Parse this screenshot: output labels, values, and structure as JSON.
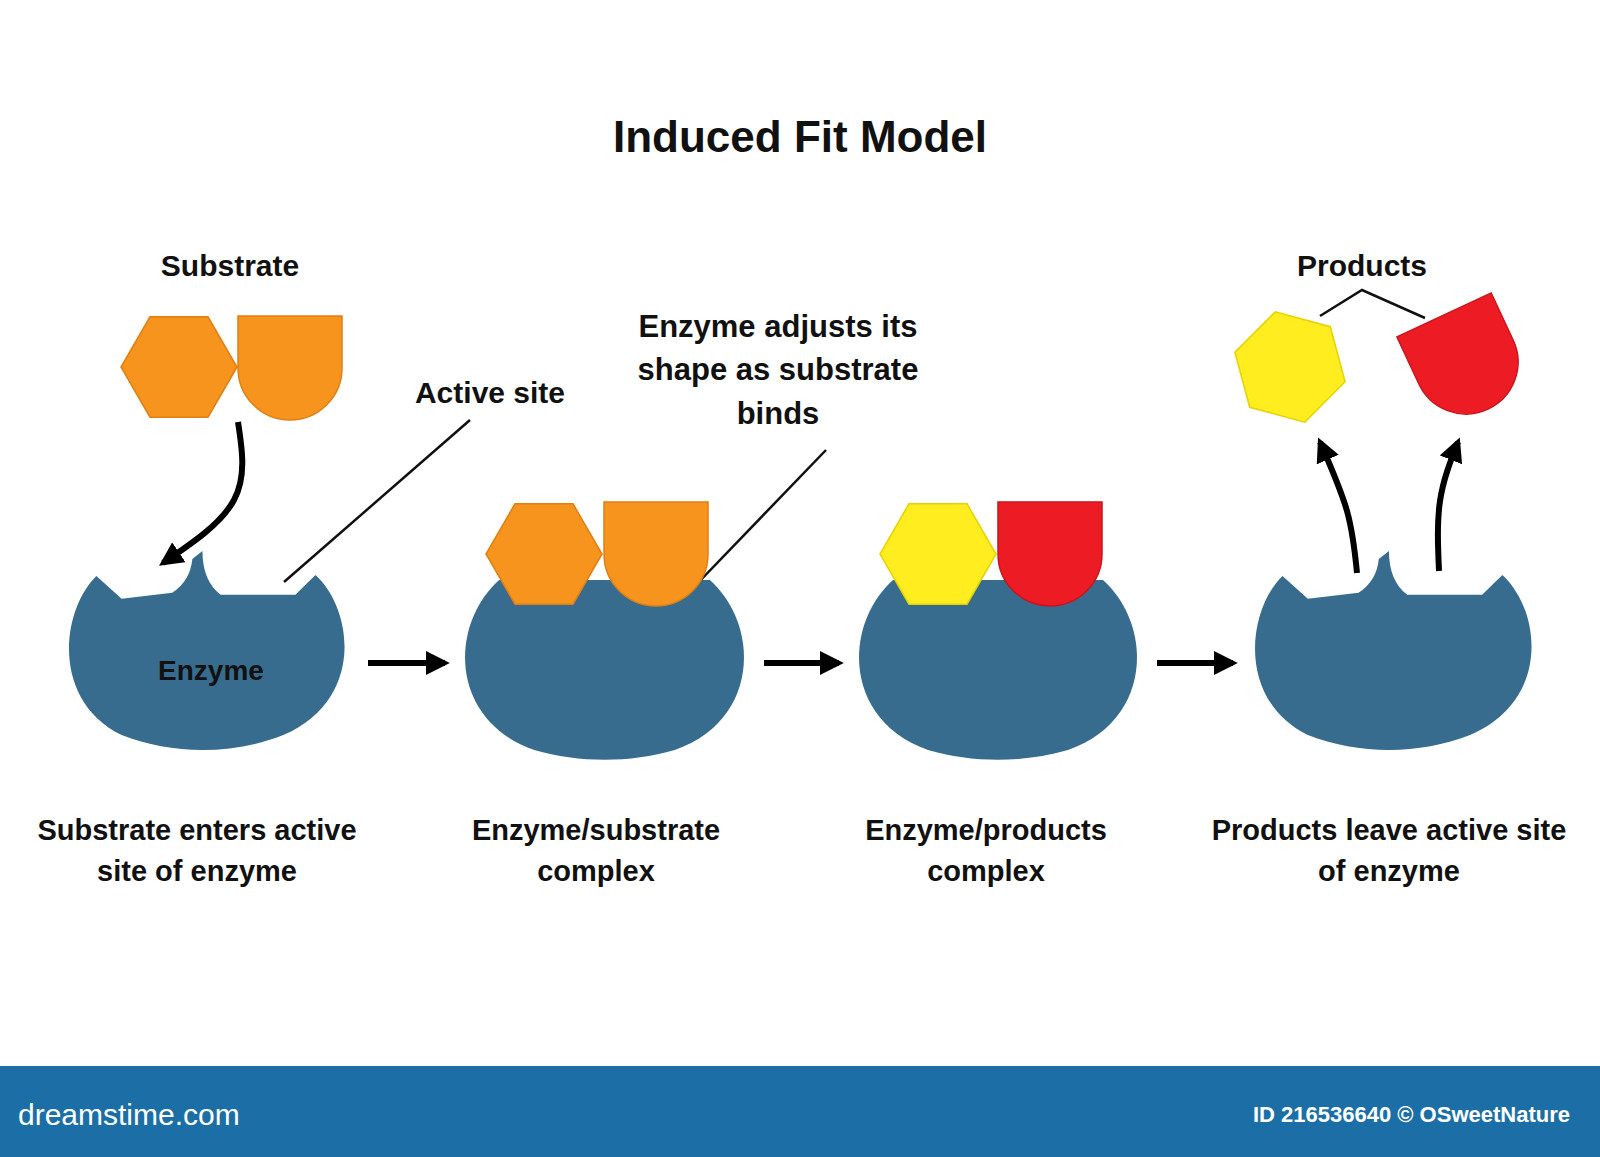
{
  "diagram": {
    "title": "Induced Fit Model",
    "nodes": [
      {
        "text": [
          "Substrate"
        ]
      },
      {
        "text": [
          "Enzyme",
          "Substrate enters active site of enzyme"
        ]
      },
      {
        "text": [
          "Enzyme/substrate complex"
        ]
      },
      {
        "text": [
          "Enzyme/products complex"
        ]
      },
      {
        "text": [
          "Products leave active site of enzyme"
        ]
      },
      {
        "text": [
          "Products"
        ]
      }
    ],
    "edges": [
      {
        "from": 0,
        "to": 1,
        "arrow": "to"
      },
      {
        "from": 1,
        "to": 2,
        "arrow": "to"
      },
      {
        "from": 2,
        "to": 3,
        "arrow": "to"
      },
      {
        "from": 3,
        "to": 4,
        "arrow": "to"
      },
      {
        "from": 4,
        "to": 5,
        "arrow": "to"
      },
      {
        "from": 4,
        "to": 5,
        "arrow": "to"
      }
    ],
    "labels": [
      "Active site",
      "Enzyme adjusts its shape as substrate binds",
      "dreamstime.com",
      "ID 216536640 © OSweetNature"
    ]
  }
}
